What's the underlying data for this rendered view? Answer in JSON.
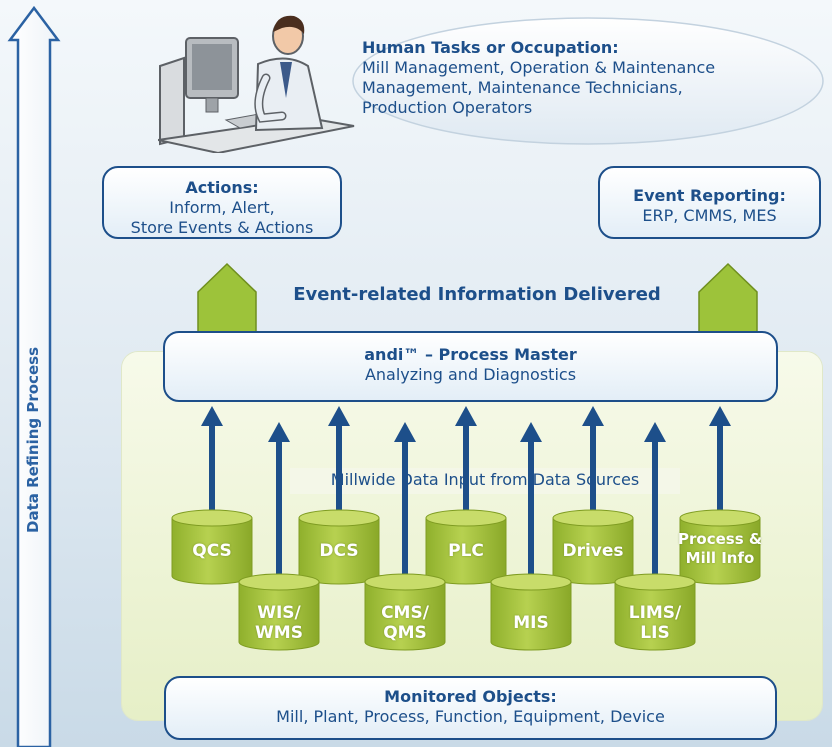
{
  "left_axis": {
    "label": "Data Refining Process"
  },
  "human": {
    "title": "Human Tasks or Occupation:",
    "lines": [
      "Mill Management, Operation & Maintenance",
      "Management, Maintenance Technicians,",
      "Production Operators"
    ]
  },
  "actions": {
    "title": "Actions:",
    "lines": [
      "Inform, Alert,",
      "Store Events & Actions"
    ]
  },
  "event_reporting": {
    "title": "Event Reporting:",
    "line": "ERP, CMMS, MES"
  },
  "delivered_label": "Event-related Information Delivered",
  "process_master": {
    "title_a": "andi™ –",
    "title_b": "Process Master",
    "subtitle": "Analyzing and Diagnostics"
  },
  "millwide_label": "Millwide Data Input from Data Sources",
  "sources_top": [
    "QCS",
    "DCS",
    "PLC",
    "Drives"
  ],
  "source_process_mill": [
    "Process &",
    "Mill Info"
  ],
  "sources_bottom": [
    [
      "WIS/",
      "WMS"
    ],
    [
      "CMS/",
      "QMS"
    ],
    [
      "MIS"
    ],
    [
      "LIMS/",
      "LIS"
    ]
  ],
  "monitored": {
    "title": "Monitored Objects:",
    "line": "Mill, Plant, Process, Function, Equipment, Device"
  },
  "colors": {
    "navy": "#1d4f8a",
    "green": "#a8c43c",
    "green_dark": "#7f9c22",
    "panel": "#f2f6e2"
  }
}
